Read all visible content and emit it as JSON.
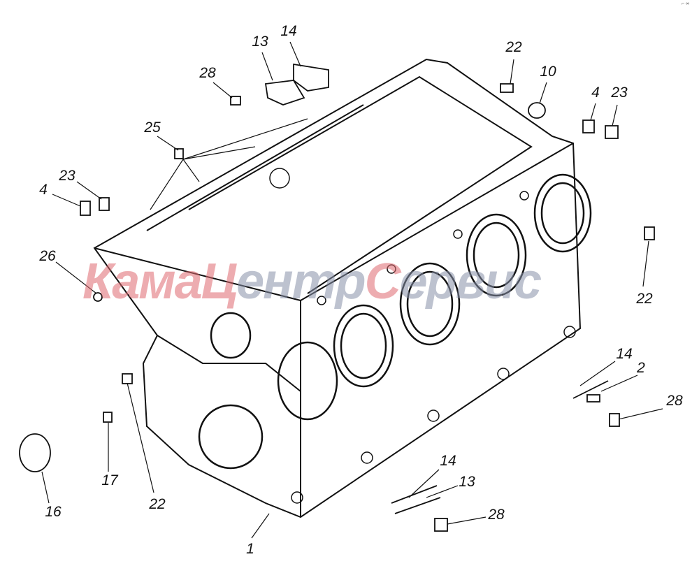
{
  "watermark": {
    "parts": [
      "Кама",
      "Ц",
      "ентр",
      "С",
      "ервис"
    ],
    "colors": {
      "red": "#e06a70",
      "gray": "#8891a8"
    }
  },
  "corner_mark": "⌐ ∞",
  "callouts": {
    "c1": "13",
    "c2": "14",
    "c3": "28",
    "c4": "25",
    "c5": "23",
    "c6": "4",
    "c7": "26",
    "c8": "22",
    "c9": "10",
    "c10": "4",
    "c11": "23",
    "c12": "22",
    "c13": "14",
    "c14": "2",
    "c15": "28",
    "c16": "14",
    "c17": "13",
    "c18": "28",
    "c19": "1",
    "c20": "22",
    "c21": "17",
    "c22": "16"
  }
}
